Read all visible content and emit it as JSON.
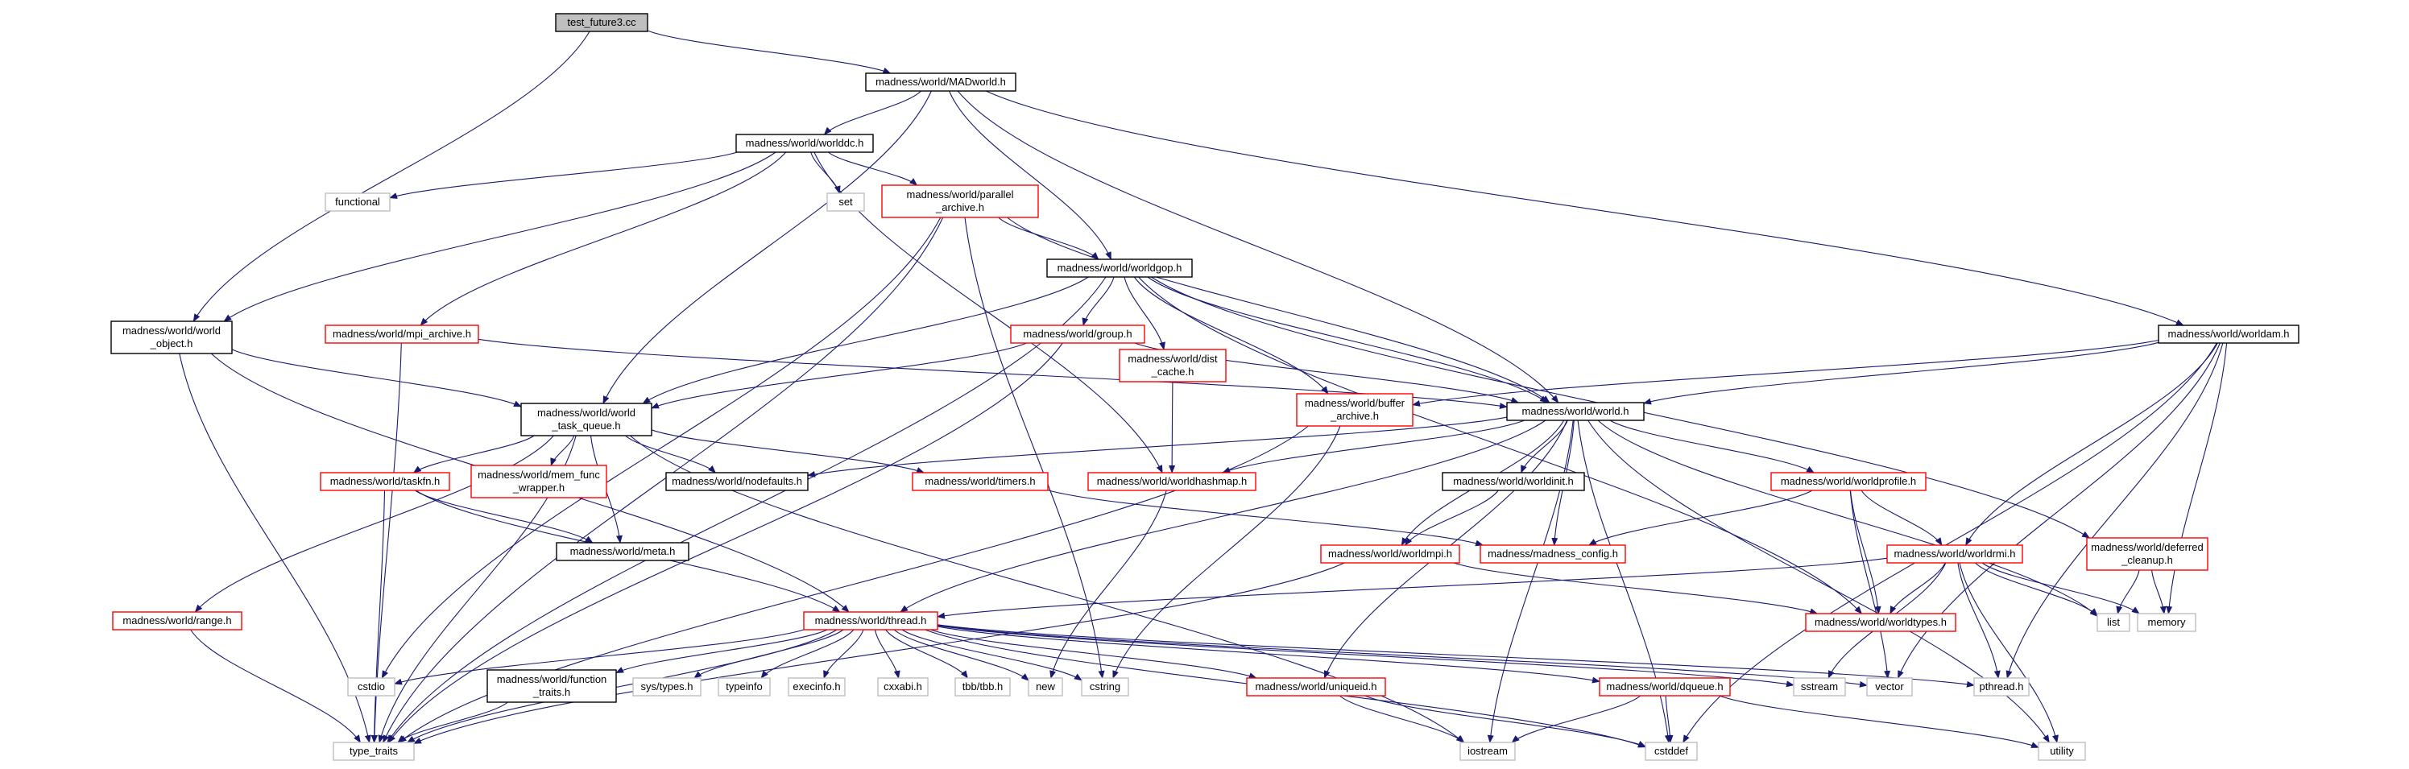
{
  "colors": {
    "edge": "#191970",
    "root_fill": "#bfbfbf",
    "black_border": "#000000",
    "red_border": "#ff0000",
    "grey_border": "#bfbfbf",
    "node_fill": "#ffffff"
  },
  "nodes": [
    {
      "id": "root",
      "label": [
        "test_future3.cc"
      ],
      "style": "root"
    },
    {
      "id": "madworld",
      "label": [
        "madness/world/MADworld.h"
      ],
      "style": "black"
    },
    {
      "id": "worlddc",
      "label": [
        "madness/world/worlddc.h"
      ],
      "style": "black"
    },
    {
      "id": "functional",
      "label": [
        "functional"
      ],
      "style": "grey"
    },
    {
      "id": "set",
      "label": [
        "set"
      ],
      "style": "grey"
    },
    {
      "id": "parallel_archive",
      "label": [
        "madness/world/parallel",
        "_archive.h"
      ],
      "style": "red"
    },
    {
      "id": "worldgop",
      "label": [
        "madness/world/worldgop.h"
      ],
      "style": "black"
    },
    {
      "id": "world_object",
      "label": [
        "madness/world/world",
        "_object.h"
      ],
      "style": "black"
    },
    {
      "id": "mpi_archive",
      "label": [
        "madness/world/mpi_archive.h"
      ],
      "style": "red"
    },
    {
      "id": "group",
      "label": [
        "madness/world/group.h"
      ],
      "style": "red"
    },
    {
      "id": "dist_cache",
      "label": [
        "madness/world/dist",
        "_cache.h"
      ],
      "style": "red"
    },
    {
      "id": "buffer_archive",
      "label": [
        "madness/world/buffer",
        "_archive.h"
      ],
      "style": "red"
    },
    {
      "id": "worldam",
      "label": [
        "madness/world/worldam.h"
      ],
      "style": "black"
    },
    {
      "id": "world_task_queue",
      "label": [
        "madness/world/world",
        "_task_queue.h"
      ],
      "style": "black"
    },
    {
      "id": "world_h",
      "label": [
        "madness/world/world.h"
      ],
      "style": "black"
    },
    {
      "id": "taskfn",
      "label": [
        "madness/world/taskfn.h"
      ],
      "style": "red"
    },
    {
      "id": "mem_func_wrapper",
      "label": [
        "madness/world/mem_func",
        "_wrapper.h"
      ],
      "style": "red"
    },
    {
      "id": "nodefaults",
      "label": [
        "madness/world/nodefaults.h"
      ],
      "style": "black"
    },
    {
      "id": "timers",
      "label": [
        "madness/world/timers.h"
      ],
      "style": "red"
    },
    {
      "id": "worldhashmap",
      "label": [
        "madness/world/worldhashmap.h"
      ],
      "style": "red"
    },
    {
      "id": "worldinit",
      "label": [
        "madness/world/worldinit.h"
      ],
      "style": "black"
    },
    {
      "id": "worldprofile",
      "label": [
        "madness/world/worldprofile.h"
      ],
      "style": "red"
    },
    {
      "id": "deferred_cleanup",
      "label": [
        "madness/world/deferred",
        "_cleanup.h"
      ],
      "style": "red"
    },
    {
      "id": "meta",
      "label": [
        "madness/world/meta.h"
      ],
      "style": "black"
    },
    {
      "id": "worldmpi",
      "label": [
        "madness/world/worldmpi.h"
      ],
      "style": "red"
    },
    {
      "id": "madness_config",
      "label": [
        "madness/madness_config.h"
      ],
      "style": "red"
    },
    {
      "id": "worldrmi",
      "label": [
        "madness/world/worldrmi.h"
      ],
      "style": "red"
    },
    {
      "id": "range",
      "label": [
        "madness/world/range.h"
      ],
      "style": "red"
    },
    {
      "id": "thread",
      "label": [
        "madness/world/thread.h"
      ],
      "style": "red"
    },
    {
      "id": "worldtypes",
      "label": [
        "madness/world/worldtypes.h"
      ],
      "style": "red"
    },
    {
      "id": "list",
      "label": [
        "list"
      ],
      "style": "grey"
    },
    {
      "id": "memory",
      "label": [
        "memory"
      ],
      "style": "grey"
    },
    {
      "id": "cstdio",
      "label": [
        "cstdio"
      ],
      "style": "grey"
    },
    {
      "id": "function_traits",
      "label": [
        "madness/world/function",
        "_traits.h"
      ],
      "style": "black"
    },
    {
      "id": "sys_types",
      "label": [
        "sys/types.h"
      ],
      "style": "grey"
    },
    {
      "id": "typeinfo",
      "label": [
        "typeinfo"
      ],
      "style": "grey"
    },
    {
      "id": "execinfo",
      "label": [
        "execinfo.h"
      ],
      "style": "grey"
    },
    {
      "id": "cxxabi",
      "label": [
        "cxxabi.h"
      ],
      "style": "grey"
    },
    {
      "id": "tbb",
      "label": [
        "tbb/tbb.h"
      ],
      "style": "grey"
    },
    {
      "id": "new",
      "label": [
        "new"
      ],
      "style": "grey"
    },
    {
      "id": "cstring",
      "label": [
        "cstring"
      ],
      "style": "grey"
    },
    {
      "id": "uniqueid",
      "label": [
        "madness/world/uniqueid.h"
      ],
      "style": "red"
    },
    {
      "id": "dqueue",
      "label": [
        "madness/world/dqueue.h"
      ],
      "style": "red"
    },
    {
      "id": "sstream",
      "label": [
        "sstream"
      ],
      "style": "grey"
    },
    {
      "id": "vector",
      "label": [
        "vector"
      ],
      "style": "grey"
    },
    {
      "id": "pthread",
      "label": [
        "pthread.h"
      ],
      "style": "grey"
    },
    {
      "id": "type_traits",
      "label": [
        "type_traits"
      ],
      "style": "grey"
    },
    {
      "id": "iostream",
      "label": [
        "iostream"
      ],
      "style": "grey"
    },
    {
      "id": "cstddef",
      "label": [
        "cstddef"
      ],
      "style": "grey"
    },
    {
      "id": "utility",
      "label": [
        "utility"
      ],
      "style": "grey"
    }
  ],
  "edges": [
    [
      "root",
      "madworld"
    ],
    [
      "root",
      "world_object"
    ],
    [
      "madworld",
      "worlddc"
    ],
    [
      "madworld",
      "worldgop"
    ],
    [
      "madworld",
      "worldam"
    ],
    [
      "madworld",
      "world_h"
    ],
    [
      "madworld",
      "world_task_queue"
    ],
    [
      "worlddc",
      "functional"
    ],
    [
      "worlddc",
      "set"
    ],
    [
      "worlddc",
      "parallel_archive"
    ],
    [
      "worlddc",
      "world_object"
    ],
    [
      "worlddc",
      "mpi_archive"
    ],
    [
      "worlddc",
      "worldhashmap"
    ],
    [
      "parallel_archive",
      "worldgop"
    ],
    [
      "parallel_archive",
      "world_h"
    ],
    [
      "parallel_archive",
      "type_traits"
    ],
    [
      "parallel_archive",
      "cstdio"
    ],
    [
      "parallel_archive",
      "cstring"
    ],
    [
      "worldgop",
      "group"
    ],
    [
      "worldgop",
      "dist_cache"
    ],
    [
      "worldgop",
      "buffer_archive"
    ],
    [
      "worldgop",
      "world_h"
    ],
    [
      "worldgop",
      "world_task_queue"
    ],
    [
      "worldgop",
      "deferred_cleanup"
    ],
    [
      "worldgop",
      "worldtypes"
    ],
    [
      "worldgop",
      "type_traits"
    ],
    [
      "world_object",
      "world_task_queue"
    ],
    [
      "world_object",
      "thread"
    ],
    [
      "world_object",
      "type_traits"
    ],
    [
      "mpi_archive",
      "world_h"
    ],
    [
      "mpi_archive",
      "type_traits"
    ],
    [
      "group",
      "world_h"
    ],
    [
      "group",
      "world_task_queue"
    ],
    [
      "group",
      "type_traits"
    ],
    [
      "dist_cache",
      "worldhashmap"
    ],
    [
      "buffer_archive",
      "cstring"
    ],
    [
      "buffer_archive",
      "type_traits"
    ],
    [
      "worldam",
      "buffer_archive"
    ],
    [
      "worldam",
      "world_h"
    ],
    [
      "worldam",
      "worldrmi"
    ],
    [
      "worldam",
      "memory"
    ],
    [
      "worldam",
      "vector"
    ],
    [
      "worldam",
      "pthread"
    ],
    [
      "worldam",
      "cstddef"
    ],
    [
      "world_task_queue",
      "taskfn"
    ],
    [
      "world_task_queue",
      "mem_func_wrapper"
    ],
    [
      "world_task_queue",
      "nodefaults"
    ],
    [
      "world_task_queue",
      "timers"
    ],
    [
      "world_task_queue",
      "meta"
    ],
    [
      "world_task_queue",
      "range"
    ],
    [
      "world_task_queue",
      "type_traits"
    ],
    [
      "world_task_queue",
      "iostream"
    ],
    [
      "world_h",
      "nodefaults"
    ],
    [
      "world_h",
      "worldhashmap"
    ],
    [
      "world_h",
      "worldinit"
    ],
    [
      "world_h",
      "worldprofile"
    ],
    [
      "world_h",
      "worldmpi"
    ],
    [
      "world_h",
      "madness_config"
    ],
    [
      "world_h",
      "thread"
    ],
    [
      "world_h",
      "uniqueid"
    ],
    [
      "world_h",
      "list"
    ],
    [
      "world_h",
      "iostream"
    ],
    [
      "world_h",
      "cstddef"
    ],
    [
      "world_h",
      "utility"
    ],
    [
      "taskfn",
      "meta"
    ],
    [
      "taskfn",
      "thread"
    ],
    [
      "taskfn",
      "type_traits"
    ],
    [
      "timers",
      "madness_config"
    ],
    [
      "worldhashmap",
      "new"
    ],
    [
      "worldinit",
      "worldmpi"
    ],
    [
      "worldprofile",
      "madness_config"
    ],
    [
      "worldprofile",
      "worldrmi"
    ],
    [
      "worldprofile",
      "worldtypes"
    ],
    [
      "worldprofile",
      "vector"
    ],
    [
      "worldmpi",
      "worldtypes"
    ],
    [
      "worldmpi",
      "type_traits"
    ],
    [
      "worldrmi",
      "thread"
    ],
    [
      "worldrmi",
      "worldtypes"
    ],
    [
      "worldrmi",
      "list"
    ],
    [
      "worldrmi",
      "memory"
    ],
    [
      "worldrmi",
      "sstream"
    ],
    [
      "worldrmi",
      "pthread"
    ],
    [
      "worldrmi",
      "utility"
    ],
    [
      "deferred_cleanup",
      "list"
    ],
    [
      "deferred_cleanup",
      "memory"
    ],
    [
      "range",
      "type_traits"
    ],
    [
      "thread",
      "cstdio"
    ],
    [
      "thread",
      "function_traits"
    ],
    [
      "thread",
      "sys_types"
    ],
    [
      "thread",
      "typeinfo"
    ],
    [
      "thread",
      "execinfo"
    ],
    [
      "thread",
      "cxxabi"
    ],
    [
      "thread",
      "tbb"
    ],
    [
      "thread",
      "new"
    ],
    [
      "thread",
      "cstring"
    ],
    [
      "thread",
      "dqueue"
    ],
    [
      "thread",
      "uniqueid"
    ],
    [
      "thread",
      "sstream"
    ],
    [
      "thread",
      "vector"
    ],
    [
      "thread",
      "pthread"
    ],
    [
      "thread",
      "type_traits"
    ],
    [
      "thread",
      "cstddef"
    ],
    [
      "function_traits",
      "type_traits"
    ],
    [
      "uniqueid",
      "iostream"
    ],
    [
      "uniqueid",
      "cstddef"
    ],
    [
      "dqueue",
      "iostream"
    ],
    [
      "dqueue",
      "cstddef"
    ],
    [
      "dqueue",
      "utility"
    ]
  ]
}
